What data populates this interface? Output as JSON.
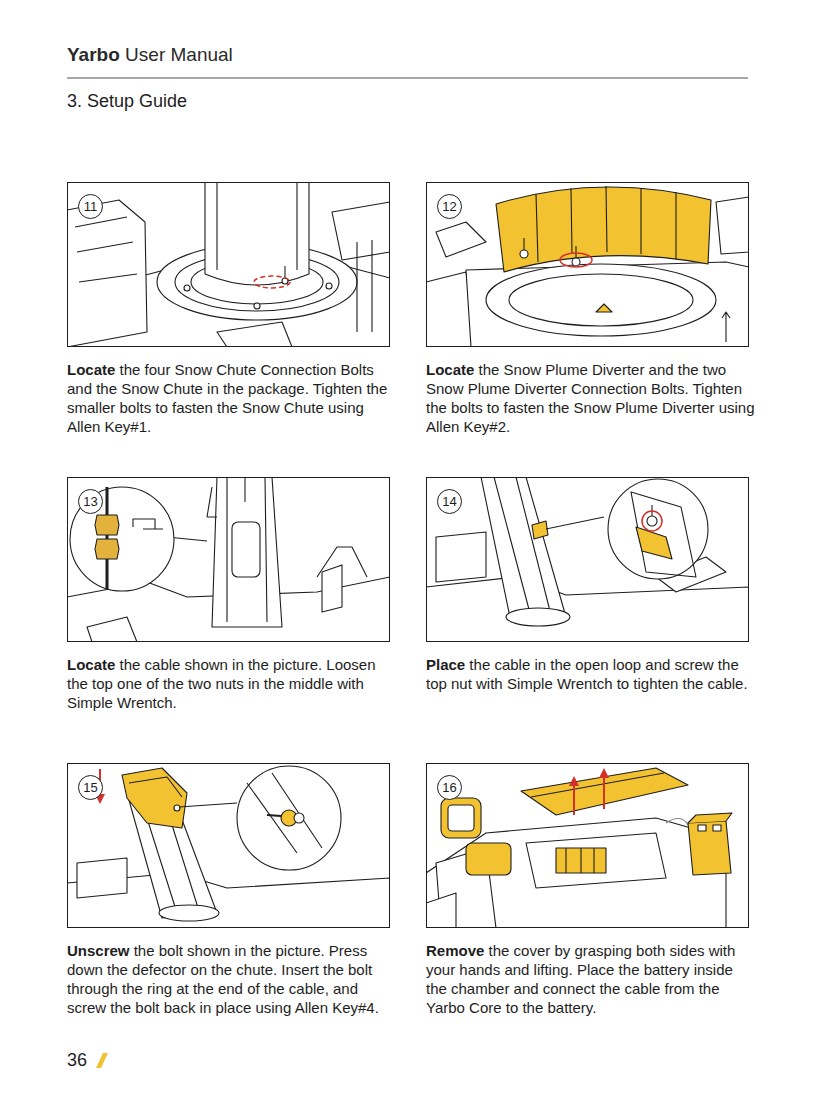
{
  "diagram": {
    "title": "Yarbo User Manual",
    "nodes": [
      {
        "text": [
          "Locate the four Snow Chute Connection Bolts and the Snow Chute in the package. Tighten the smaller bolts to fasten the Snow Chute using Allen Key#1."
        ]
      },
      {
        "text": [
          "11"
        ],
        "in": 0
      },
      {
        "text": [
          "Locate the Snow Plume Diverter and the two Snow Plume Diverter Connection Bolts. Tighten the bolts to fasten the Snow Plume Diverter using Allen Key#2."
        ]
      },
      {
        "text": [
          "12"
        ],
        "in": 2
      },
      {
        "text": [
          "Locate the cable shown in the picture. Loosen the top one of the two nuts in the middle with Simple Wrentch."
        ]
      },
      {
        "text": [
          "13"
        ],
        "in": 4
      },
      {
        "text": [
          "Place the cable in the open loop and screw the top nut with Simple Wrentch to tighten the cable."
        ]
      },
      {
        "text": [
          "14"
        ],
        "in": 6
      },
      {
        "text": [
          "Unscrew the bolt shown in the picture. Press down the defector on the chute. Insert the bolt through the ring at the end of the cable, and screw the bolt back in place using Allen Key#4."
        ]
      },
      {
        "text": [
          "15"
        ],
        "in": 8
      },
      {
        "text": [
          "Remove the cover by grasping both sides with your hands and lifting. Place the battery inside the chamber and connect the cable from the Yarbo Core to the battery."
        ]
      },
      {
        "text": [
          "16"
        ],
        "in": 10
      }
    ],
    "labels": [
      "3. Setup Guide",
      "36"
    ]
  }
}
